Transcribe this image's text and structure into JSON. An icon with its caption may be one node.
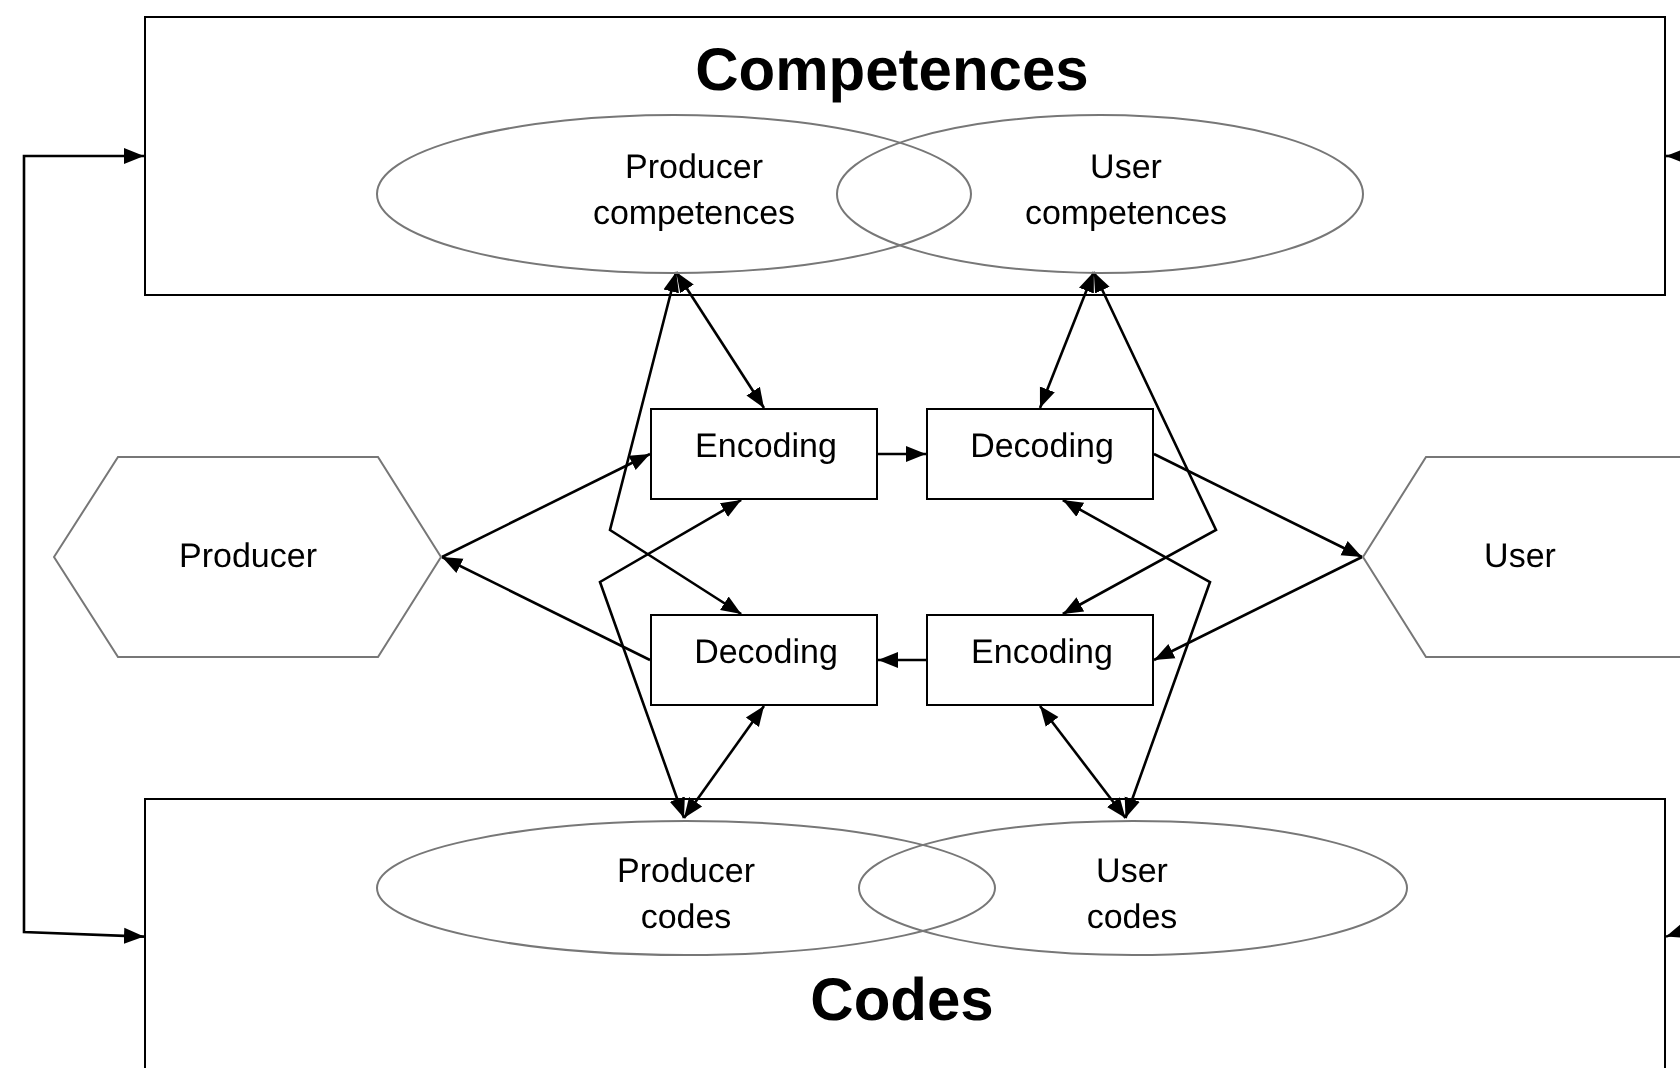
{
  "diagram": {
    "nodes": [
      {
        "text": [
          "Competences"
        ]
      },
      {
        "text": [
          "Producer competences"
        ],
        "in": 0
      },
      {
        "text": [
          "User competences"
        ],
        "in": 0
      },
      {
        "text": [
          "Producer"
        ]
      },
      {
        "text": [
          "Encoding"
        ]
      },
      {
        "text": [
          "Decoding"
        ]
      },
      {
        "text": [
          "User"
        ]
      },
      {
        "text": [
          "Decoding"
        ]
      },
      {
        "text": [
          "Encoding"
        ]
      },
      {
        "text": [
          "Codes"
        ]
      },
      {
        "text": [
          "Producer codes"
        ],
        "in": 9
      },
      {
        "text": [
          "User codes"
        ],
        "in": 9
      }
    ],
    "edges": [
      {
        "from": 1,
        "to": 4,
        "arrow": "both"
      },
      {
        "from": 1,
        "to": 7,
        "arrow": "both"
      },
      {
        "from": 10,
        "to": 4,
        "arrow": "both"
      },
      {
        "from": 10,
        "to": 7,
        "arrow": "both"
      },
      {
        "from": 2,
        "to": 5,
        "arrow": "both"
      },
      {
        "from": 2,
        "to": 8,
        "arrow": "both"
      },
      {
        "from": 11,
        "to": 5,
        "arrow": "both"
      },
      {
        "from": 11,
        "to": 8,
        "arrow": "both"
      },
      {
        "from": 3,
        "to": 4,
        "arrow": "to"
      },
      {
        "from": 7,
        "to": 3,
        "arrow": "to"
      },
      {
        "from": 4,
        "to": 5,
        "arrow": "to"
      },
      {
        "from": 5,
        "to": 6,
        "arrow": "to"
      },
      {
        "from": 6,
        "to": 8,
        "arrow": "to"
      },
      {
        "from": 8,
        "to": 7,
        "arrow": "to"
      },
      {
        "from": 9,
        "to": 0,
        "arrow": "both"
      },
      {
        "from": null,
        "to": 0,
        "arrow": "to"
      },
      {
        "from": null,
        "to": 9,
        "arrow": "to"
      }
    ]
  }
}
